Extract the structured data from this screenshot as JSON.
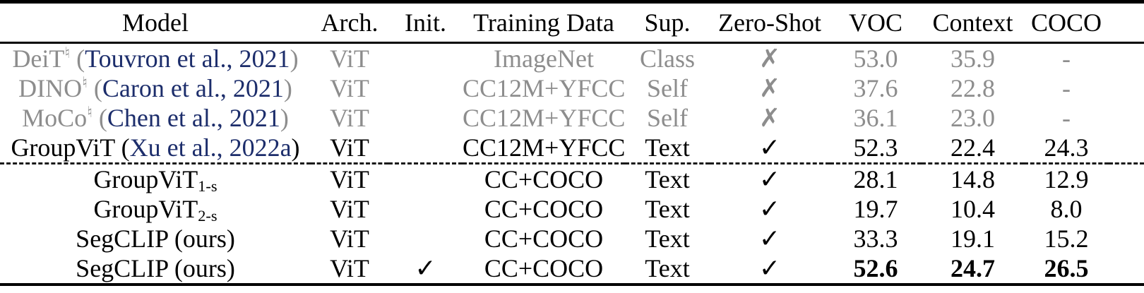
{
  "colors": {
    "text": "#000000",
    "muted": "#8d8d8d",
    "link": "#1c2d6b",
    "rule": "#000000"
  },
  "table": {
    "columns": [
      "Model",
      "Arch.",
      "Init.",
      "Training Data",
      "Sup.",
      "Zero-Shot",
      "VOC",
      "Context",
      "COCO"
    ],
    "rows": [
      {
        "model": {
          "name": "DeiT",
          "sup": "♮",
          "sub": "",
          "cite": "Touvron et al., 2021"
        },
        "arch": "ViT",
        "init": "",
        "training_data": "ImageNet",
        "sup": "Class",
        "zero_shot": "✗",
        "voc": "53.0",
        "context": "35.9",
        "coco": "-",
        "muted": true,
        "bold_metrics": false,
        "dashed_top": false
      },
      {
        "model": {
          "name": "DINO",
          "sup": "♮",
          "sub": "",
          "cite": "Caron et al., 2021"
        },
        "arch": "ViT",
        "init": "",
        "training_data": "CC12M+YFCC",
        "sup": "Self",
        "zero_shot": "✗",
        "voc": "37.6",
        "context": "22.8",
        "coco": "-",
        "muted": true,
        "bold_metrics": false,
        "dashed_top": false
      },
      {
        "model": {
          "name": "MoCo",
          "sup": "♮",
          "sub": "",
          "cite": "Chen et al., 2021"
        },
        "arch": "ViT",
        "init": "",
        "training_data": "CC12M+YFCC",
        "sup": "Self",
        "zero_shot": "✗",
        "voc": "36.1",
        "context": "23.0",
        "coco": "-",
        "muted": true,
        "bold_metrics": false,
        "dashed_top": false
      },
      {
        "model": {
          "name": "GroupViT",
          "sup": "",
          "sub": "",
          "cite": "Xu et al., 2022a"
        },
        "arch": "ViT",
        "init": "",
        "training_data": "CC12M+YFCC",
        "sup": "Text",
        "zero_shot": "✓",
        "voc": "52.3",
        "context": "22.4",
        "coco": "24.3",
        "muted": false,
        "bold_metrics": false,
        "dashed_top": false
      },
      {
        "model": {
          "name": "GroupViT",
          "sup": "",
          "sub": "1-s",
          "cite": ""
        },
        "arch": "ViT",
        "init": "",
        "training_data": "CC+COCO",
        "sup": "Text",
        "zero_shot": "✓",
        "voc": "28.1",
        "context": "14.8",
        "coco": "12.9",
        "muted": false,
        "bold_metrics": false,
        "dashed_top": true
      },
      {
        "model": {
          "name": "GroupViT",
          "sup": "",
          "sub": "2-s",
          "cite": ""
        },
        "arch": "ViT",
        "init": "",
        "training_data": "CC+COCO",
        "sup": "Text",
        "zero_shot": "✓",
        "voc": "19.7",
        "context": "10.4",
        "coco": "8.0",
        "muted": false,
        "bold_metrics": false,
        "dashed_top": false
      },
      {
        "model": {
          "name": "SegCLIP (ours)",
          "sup": "",
          "sub": "",
          "cite": ""
        },
        "arch": "ViT",
        "init": "",
        "training_data": "CC+COCO",
        "sup": "Text",
        "zero_shot": "✓",
        "voc": "33.3",
        "context": "19.1",
        "coco": "15.2",
        "muted": false,
        "bold_metrics": false,
        "dashed_top": false
      },
      {
        "model": {
          "name": "SegCLIP (ours)",
          "sup": "",
          "sub": "",
          "cite": ""
        },
        "arch": "ViT",
        "init": "✓",
        "training_data": "CC+COCO",
        "sup": "Text",
        "zero_shot": "✓",
        "voc": "52.6",
        "context": "24.7",
        "coco": "26.5",
        "muted": false,
        "bold_metrics": true,
        "dashed_top": false
      }
    ]
  }
}
